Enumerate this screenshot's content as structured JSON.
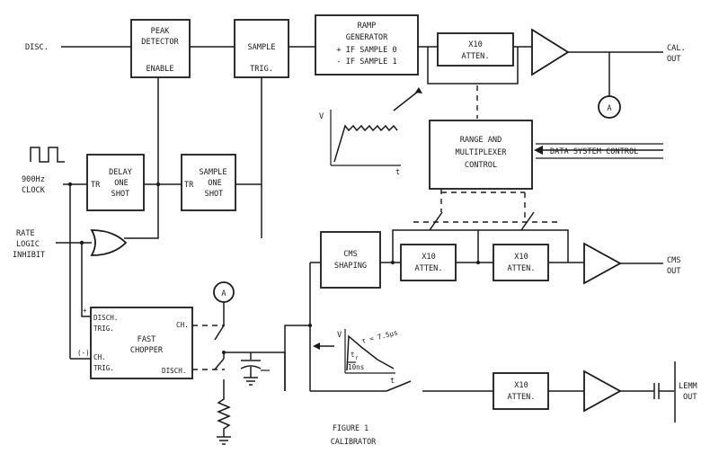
{
  "blocks": {
    "peak_detector": {
      "line1": "PEAK",
      "line2": "DETECTOR",
      "line3": "ENABLE"
    },
    "sample": {
      "line1": "SAMPLE",
      "line2": "TRIG."
    },
    "ramp_generator": {
      "line1": "RAMP",
      "line2": "GENERATOR",
      "line3": "+ IF SAMPLE 0",
      "line4": "- IF SAMPLE 1"
    },
    "atten_cal": {
      "line1": "X10",
      "line2": "ATTEN."
    },
    "delay_one_shot": {
      "line1": "DELAY",
      "line2": "ONE",
      "line3": "SHOT",
      "input": "TR"
    },
    "sample_one_shot": {
      "line1": "SAMPLE",
      "line2": "ONE",
      "line3": "SHOT",
      "input": "TR"
    },
    "range_mux": {
      "line1": "RANGE AND",
      "line2": "MULTIPLEXER",
      "line3": "CONTROL"
    },
    "data_system": {
      "text": "DATA SYSTEM CONTROL"
    },
    "cms_shaping": {
      "line1": "CMS",
      "line2": "SHAPING"
    },
    "atten_cms_1": {
      "line1": "X10",
      "line2": "ATTEN."
    },
    "atten_cms_2": {
      "line1": "X10",
      "line2": "ATTEN."
    },
    "fast_chopper": {
      "line1": "FAST",
      "line2": "CHOPPER",
      "disch_trig_1": "DISCH.",
      "disch_trig_2": "TRIG.",
      "ch_trig_1": "CH.",
      "ch_trig_2": "TRIG.",
      "ch_out": "CH.",
      "disch_out": "DISCH.",
      "plus": "+",
      "minus": "(-)"
    },
    "atten_lemm": {
      "line1": "X10",
      "line2": "ATTEN."
    }
  },
  "signals": {
    "disc": "DISC.",
    "clock_1": "900Hz",
    "clock_2": "CLOCK",
    "rate_1": "RATE",
    "rate_2": "LOGIC",
    "rate_3": "INHIBIT",
    "cal_out_1": "CAL.",
    "cal_out_2": "OUT",
    "cms_out_1": "CMS",
    "cms_out_2": "OUT",
    "lemm_out_1": "LEMM",
    "lemm_out_2": "OUT"
  },
  "meters": {
    "symbol": "A"
  },
  "ramp_sketch": {
    "v": "V",
    "t": "t"
  },
  "pulse_sketch": {
    "v": "V",
    "t": "t",
    "rise": "t",
    "rise_sub": "r",
    "rise_time": "10ns",
    "tau": "τ = 7.5μs"
  },
  "caption": {
    "line1": "FIGURE 1",
    "line2": "CALIBRATOR"
  }
}
